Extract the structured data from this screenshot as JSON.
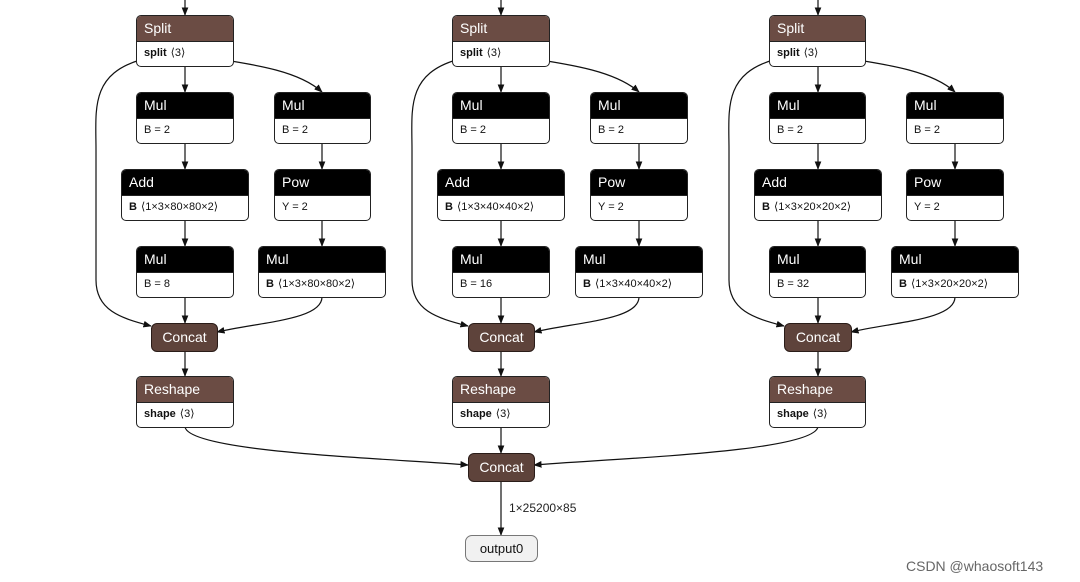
{
  "branches": [
    {
      "split": {
        "title": "Split",
        "attr": "split",
        "value": "⟨3⟩"
      },
      "mul_a": {
        "title": "Mul",
        "attr": "B = 2"
      },
      "mul_b": {
        "title": "Mul",
        "attr": "B = 2"
      },
      "add": {
        "title": "Add",
        "attr": "B",
        "value": "⟨1×3×80×80×2⟩"
      },
      "pow": {
        "title": "Pow",
        "attr": "Y = 2"
      },
      "mul_c": {
        "title": "Mul",
        "attr": "B = 8"
      },
      "mul_d": {
        "title": "Mul",
        "attr": "B",
        "value": "⟨1×3×80×80×2⟩"
      },
      "concat": "Concat",
      "reshape": {
        "title": "Reshape",
        "attr": "shape",
        "value": "⟨3⟩"
      }
    },
    {
      "split": {
        "title": "Split",
        "attr": "split",
        "value": "⟨3⟩"
      },
      "mul_a": {
        "title": "Mul",
        "attr": "B = 2"
      },
      "mul_b": {
        "title": "Mul",
        "attr": "B = 2"
      },
      "add": {
        "title": "Add",
        "attr": "B",
        "value": "⟨1×3×40×40×2⟩"
      },
      "pow": {
        "title": "Pow",
        "attr": "Y = 2"
      },
      "mul_c": {
        "title": "Mul",
        "attr": "B = 16"
      },
      "mul_d": {
        "title": "Mul",
        "attr": "B",
        "value": "⟨1×3×40×40×2⟩"
      },
      "concat": "Concat",
      "reshape": {
        "title": "Reshape",
        "attr": "shape",
        "value": "⟨3⟩"
      }
    },
    {
      "split": {
        "title": "Split",
        "attr": "split",
        "value": "⟨3⟩"
      },
      "mul_a": {
        "title": "Mul",
        "attr": "B = 2"
      },
      "mul_b": {
        "title": "Mul",
        "attr": "B = 2"
      },
      "add": {
        "title": "Add",
        "attr": "B",
        "value": "⟨1×3×20×20×2⟩"
      },
      "pow": {
        "title": "Pow",
        "attr": "Y = 2"
      },
      "mul_c": {
        "title": "Mul",
        "attr": "B = 32"
      },
      "mul_d": {
        "title": "Mul",
        "attr": "B",
        "value": "⟨1×3×20×20×2⟩"
      },
      "concat": "Concat",
      "reshape": {
        "title": "Reshape",
        "attr": "shape",
        "value": "⟨3⟩"
      }
    }
  ],
  "final_concat": "Concat",
  "output_edge_label": "1×25200×85",
  "output_node": "output0",
  "watermark": "CSDN @whaosoft143"
}
